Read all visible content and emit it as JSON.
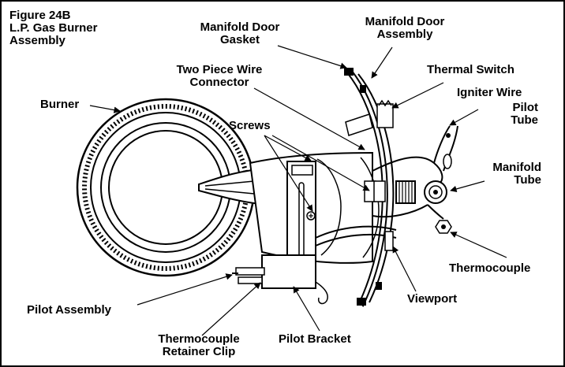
{
  "figure": {
    "title": "Figure 24B\nL.P. Gas Burner\nAssembly"
  },
  "labels": {
    "manifold_door_gasket": "Manifold Door\nGasket",
    "manifold_door_assembly": "Manifold Door\nAssembly",
    "thermal_switch": "Thermal Switch",
    "two_piece_wire_connector": "Two Piece Wire\nConnector",
    "igniter_wire": "Igniter Wire",
    "pilot_tube": "Pilot\nTube",
    "burner": "Burner",
    "screws": "Screws",
    "manifold_tube": "Manifold\nTube",
    "thermocouple": "Thermocouple",
    "viewport": "Viewport",
    "pilot_assembly": "Pilot Assembly",
    "thermocouple_retainer_clip": "Thermocouple\nRetainer Clip",
    "pilot_bracket": "Pilot Bracket"
  }
}
